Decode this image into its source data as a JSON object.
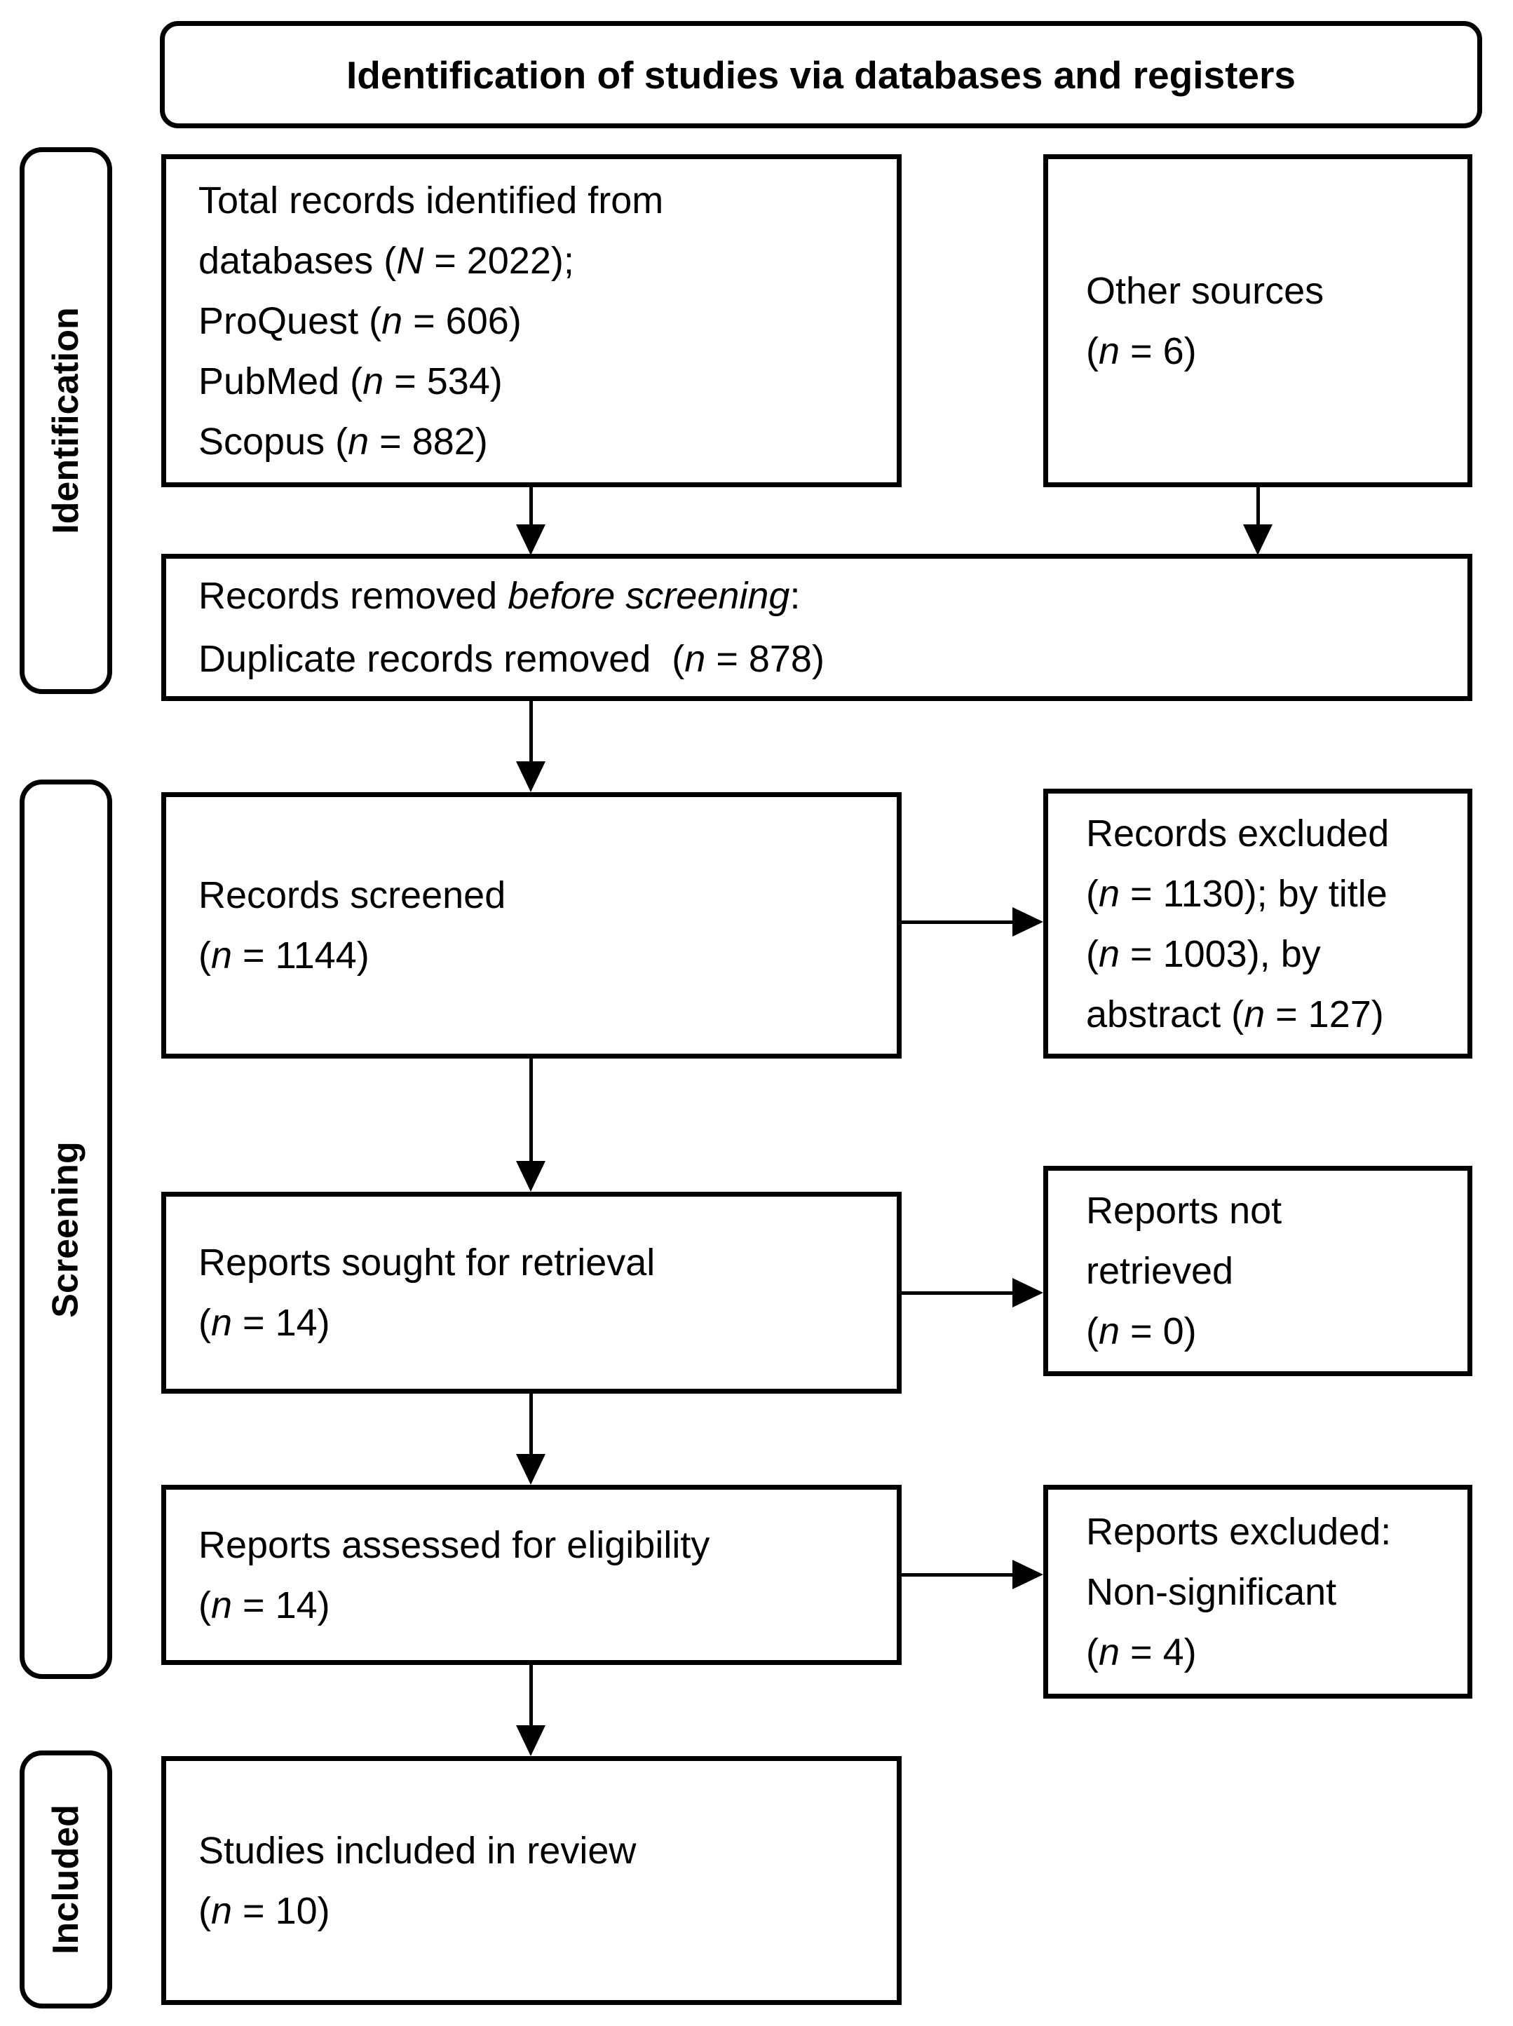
{
  "title": "Identification of studies via databases and registers",
  "stages": [
    {
      "label": "Identification"
    },
    {
      "label": "Screening"
    },
    {
      "label": "Included"
    }
  ],
  "boxes": {
    "identified": {
      "lines": [
        [
          {
            "t": "Total records identified from"
          }
        ],
        [
          {
            "t": "databases ("
          },
          {
            "t": "N",
            "i": true
          },
          {
            "t": " = 2022);"
          }
        ],
        [
          {
            "t": "ProQuest ("
          },
          {
            "t": "n",
            "i": true
          },
          {
            "t": " = 606)"
          }
        ],
        [
          {
            "t": "PubMed ("
          },
          {
            "t": "n",
            "i": true
          },
          {
            "t": " = 534)"
          }
        ],
        [
          {
            "t": "Scopus ("
          },
          {
            "t": "n",
            "i": true
          },
          {
            "t": " = 882)"
          }
        ]
      ]
    },
    "other_sources": {
      "lines": [
        [
          {
            "t": "Other sources"
          }
        ],
        [
          {
            "t": "("
          },
          {
            "t": "n",
            "i": true
          },
          {
            "t": " = 6)"
          }
        ]
      ]
    },
    "removed": {
      "lines": [
        [
          {
            "t": "Records removed "
          },
          {
            "t": "before screening",
            "i": true
          },
          {
            "t": ":"
          }
        ],
        [
          {
            "t": "Duplicate records removed  ("
          },
          {
            "t": "n",
            "i": true
          },
          {
            "t": " = 878)"
          }
        ]
      ]
    },
    "screened": {
      "lines": [
        [
          {
            "t": "Records screened"
          }
        ],
        [
          {
            "t": "("
          },
          {
            "t": "n",
            "i": true
          },
          {
            "t": " = 1144)"
          }
        ]
      ]
    },
    "records_excluded": {
      "lines": [
        [
          {
            "t": "Records excluded"
          }
        ],
        [
          {
            "t": "("
          },
          {
            "t": "n",
            "i": true
          },
          {
            "t": " = 1130); by title"
          }
        ],
        [
          {
            "t": "("
          },
          {
            "t": "n",
            "i": true
          },
          {
            "t": " = 1003), by"
          }
        ],
        [
          {
            "t": "abstract ("
          },
          {
            "t": "n",
            "i": true
          },
          {
            "t": " = 127)"
          }
        ]
      ]
    },
    "sought": {
      "lines": [
        [
          {
            "t": "Reports sought for retrieval"
          }
        ],
        [
          {
            "t": "("
          },
          {
            "t": "n",
            "i": true
          },
          {
            "t": " = 14)"
          }
        ]
      ]
    },
    "not_retrieved": {
      "lines": [
        [
          {
            "t": "Reports not"
          }
        ],
        [
          {
            "t": "retrieved"
          }
        ],
        [
          {
            "t": "("
          },
          {
            "t": "n",
            "i": true
          },
          {
            "t": " = 0)"
          }
        ]
      ]
    },
    "assessed": {
      "lines": [
        [
          {
            "t": "Reports assessed for eligibility"
          }
        ],
        [
          {
            "t": "("
          },
          {
            "t": "n",
            "i": true
          },
          {
            "t": " = 14)"
          }
        ]
      ]
    },
    "reports_excluded": {
      "lines": [
        [
          {
            "t": "Reports excluded:"
          }
        ],
        [
          {
            "t": "Non-significant"
          }
        ],
        [
          {
            "t": "("
          },
          {
            "t": "n",
            "i": true
          },
          {
            "t": " = 4)"
          }
        ]
      ]
    },
    "included_review": {
      "lines": [
        [
          {
            "t": "Studies included in review"
          }
        ],
        [
          {
            "t": "("
          },
          {
            "t": "n",
            "i": true
          },
          {
            "t": " = 10)"
          }
        ]
      ]
    }
  },
  "colors": {
    "border": "#000000",
    "background": "#ffffff",
    "text": "#000000"
  }
}
